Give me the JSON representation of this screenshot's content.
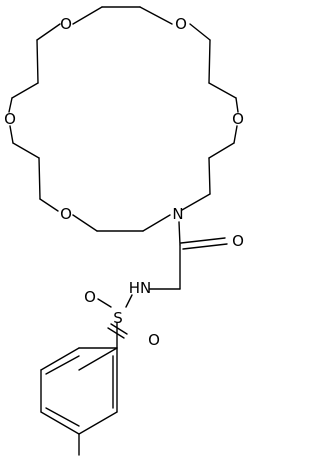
{
  "molecule": {
    "atoms": {
      "o_top_left": "O",
      "o_top_right": "O",
      "o_mid_left": "O",
      "o_mid_right": "O",
      "o_lower_left": "O",
      "n_ring": "N",
      "o_carbonyl": "O",
      "nh": "HN",
      "s": "S",
      "o_s_upper": "O",
      "o_s_lower": "O"
    }
  }
}
